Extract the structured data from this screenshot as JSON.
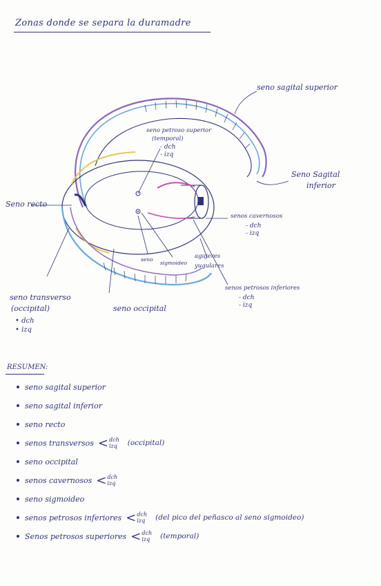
{
  "title": "Zonas donde se separa la duramadre",
  "diagram": {
    "labels": {
      "seno_sagital_superior": "seno sagital superior",
      "seno_sagital_inferior_1": "Seno Sagital",
      "seno_sagital_inferior_2": "inferior",
      "seno_petroso_superior_1": "seno petroso superior",
      "seno_petroso_superior_2": "(temporal)",
      "seno_petroso_superior_dch": "- dch",
      "seno_petroso_superior_izq": "- izq",
      "seno_recto": "Seno recto",
      "senos_cavernosos": "senos cavernosos",
      "senos_cavernosos_dch": "- dch",
      "senos_cavernosos_izq": "- izq",
      "seno_sigmoideo_1": "seno",
      "seno_sigmoideo_2": "sigmoideo",
      "agujeros_1": "agujeres",
      "agujeros_2": "yugulares",
      "senos_petrosos_inferiores": "senos petrosos inferiores",
      "senos_petrosos_inferiores_dch": "- dch",
      "senos_petrosos_inferiores_izq": "- izq",
      "seno_transverso_1": "seno transverso",
      "seno_transverso_2": "(occipital)",
      "seno_transverso_dch": "• dch",
      "seno_transverso_izq": "• izq",
      "seno_occipital": "seno occipital"
    }
  },
  "summary": {
    "heading": "RESUMEN:",
    "items": [
      {
        "text": "seno sagital superior"
      },
      {
        "text": "seno sagital inferior"
      },
      {
        "text": "seno recto"
      },
      {
        "text": "senos transversos",
        "pair": [
          "dch",
          "izq"
        ],
        "note": "(occipital)"
      },
      {
        "text": "seno occipital"
      },
      {
        "text": "senos cavernosos",
        "pair": [
          "dch",
          "izq"
        ]
      },
      {
        "text": "seno sigmoideo"
      },
      {
        "text": "senos petrosos inferiores",
        "pair": [
          "dch",
          "izq"
        ],
        "note": "(del pico del peñasco al seno sigmoideo)"
      },
      {
        "text": "Senos petrosos superiores",
        "pair": [
          "dch",
          "izq"
        ],
        "note": "(temporal)"
      }
    ]
  },
  "colors": {
    "ink": "#2f3475",
    "blue": "#6aa7d8",
    "purple": "#8a67b8",
    "yellow": "#e8c35a",
    "magenta": "#c24fb4"
  }
}
